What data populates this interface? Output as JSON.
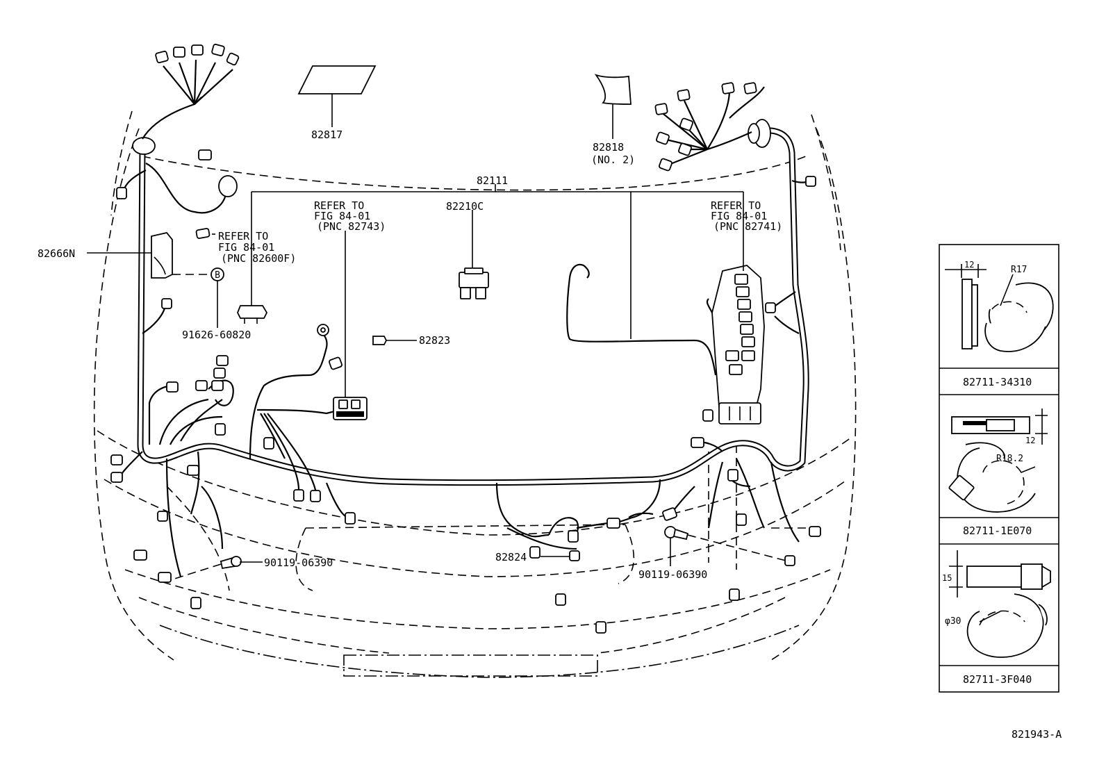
{
  "diagram_code": "821943-A",
  "main_labels": {
    "p82111": "82111",
    "p82817": "82817",
    "p82818": "82818",
    "p82818_sub": "(NO. 2)",
    "p82210c": "82210C",
    "p82666n": "82666N",
    "p82823": "82823",
    "p82824": "82824",
    "p91626": "91626-60820",
    "bolt_left": "90119-06390",
    "bolt_right": "90119-06390",
    "marker_b": "B"
  },
  "refers": {
    "left": [
      "REFER TO",
      "FIG 84-01",
      "(PNC 82600F)"
    ],
    "mid": [
      "REFER TO",
      "FIG 84-01",
      "(PNC 82743)"
    ],
    "right": [
      "REFER TO",
      "FIG 84-01",
      "(PNC 82741)"
    ]
  },
  "clamps": [
    {
      "part": "82711-34310",
      "dims": [
        "12",
        "R17"
      ]
    },
    {
      "part": "82711-1E070",
      "dims": [
        "12",
        "R18.2"
      ]
    },
    {
      "part": "82711-3F040",
      "dims": [
        "15",
        "φ30"
      ]
    }
  ]
}
